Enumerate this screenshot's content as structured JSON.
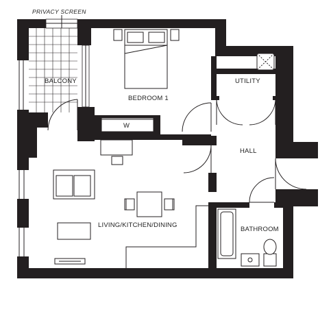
{
  "labels": {
    "privacy_screen": "PRIVACY SCREEN",
    "balcony": "BALCONY",
    "bedroom": "BEDROOM 1",
    "utility": "UTILITY",
    "wardrobe": "W",
    "hall": "HALL",
    "living": "LIVING/KITCHEN/DINING",
    "bathroom": "BATHROOM"
  },
  "colors": {
    "wall": "#231f20",
    "background": "#ffffff"
  }
}
